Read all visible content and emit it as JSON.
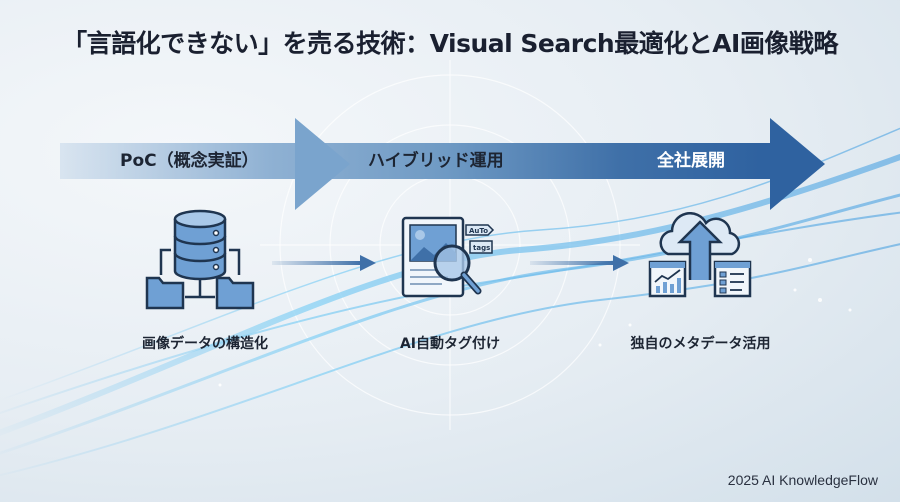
{
  "title": "「言語化できない」を売る技術：Visual Search最適化とAI画像戦略",
  "stages": [
    {
      "label": "PoC（概念実証）"
    },
    {
      "label": "ハイブリッド運用"
    },
    {
      "label": "全社展開"
    }
  ],
  "steps": [
    {
      "caption": "画像データの構造化",
      "icon": "database-folders-icon"
    },
    {
      "caption": "AI自動タグ付け",
      "icon": "image-search-tags-icon",
      "tag_labels": [
        "AuTo",
        "tags"
      ]
    },
    {
      "caption": "独自のメタデータ活用",
      "icon": "cloud-upload-data-icon"
    }
  ],
  "footer": "2025 AI KnowledgeFlow",
  "colors": {
    "accent": "#3f70a8",
    "icon_fill": "#6fa0d4",
    "icon_stroke": "#1f3550",
    "text": "#1d2533"
  }
}
